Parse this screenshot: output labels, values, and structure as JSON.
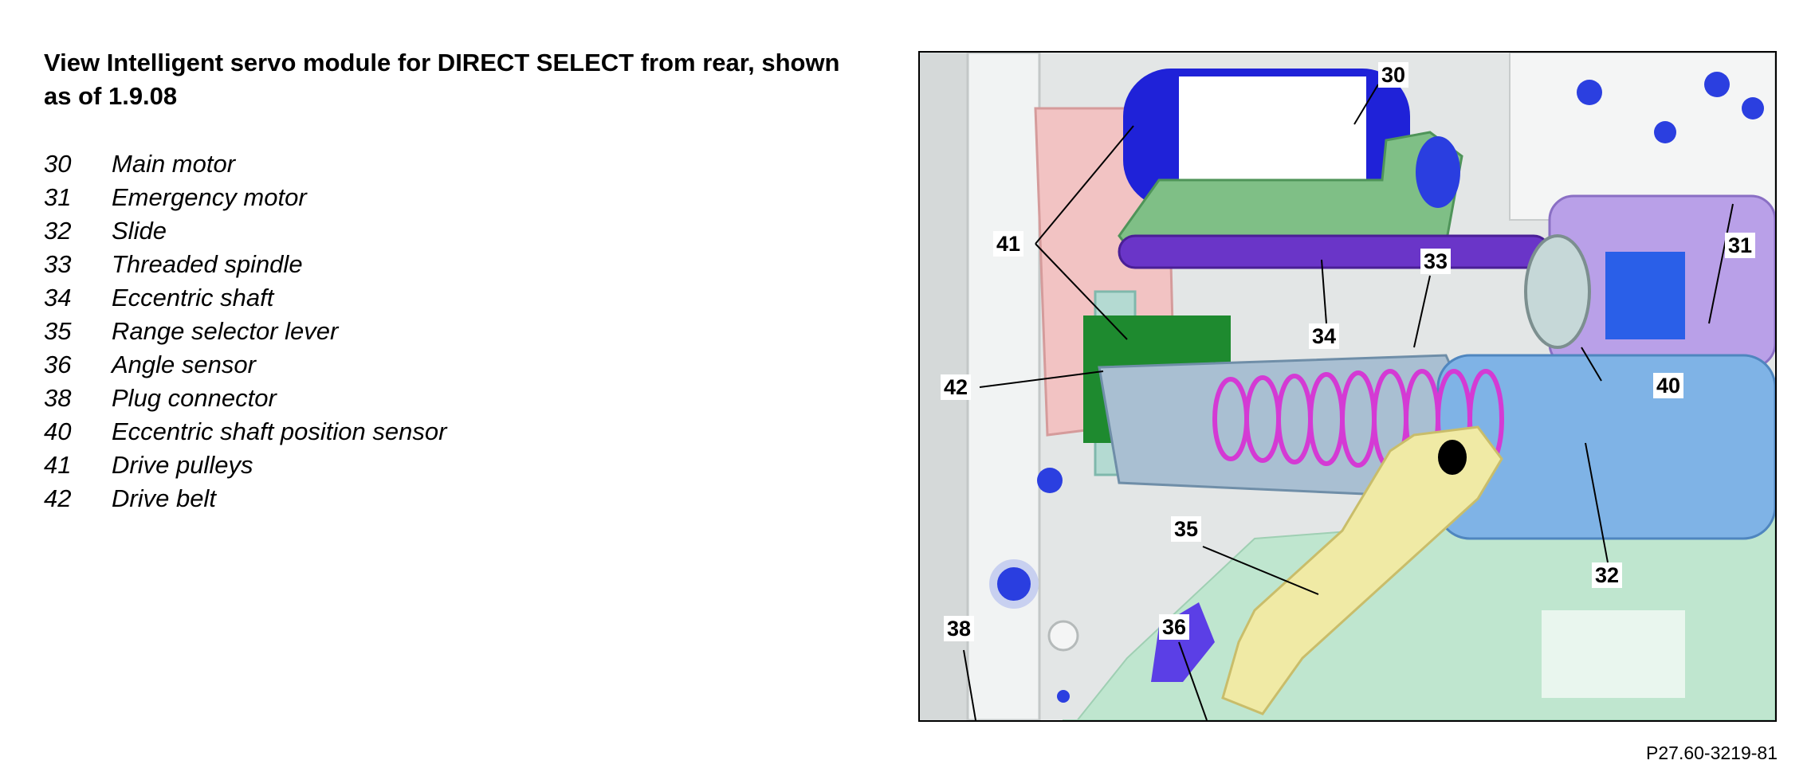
{
  "title": "View  Intelligent servo module for DIRECT SELECT from rear, shown as of 1.9.08",
  "legend": [
    {
      "num": "30",
      "label": "Main motor"
    },
    {
      "num": "31",
      "label": "Emergency motor"
    },
    {
      "num": "32",
      "label": "Slide"
    },
    {
      "num": "33",
      "label": "Threaded spindle"
    },
    {
      "num": "34",
      "label": "Eccentric shaft"
    },
    {
      "num": "35",
      "label": "Range selector lever"
    },
    {
      "num": "36",
      "label": "Angle sensor"
    },
    {
      "num": "38",
      "label": "Plug connector"
    },
    {
      "num": "40",
      "label": "Eccentric shaft position sensor"
    },
    {
      "num": "41",
      "label": "Drive pulleys"
    },
    {
      "num": "42",
      "label": "Drive belt"
    }
  ],
  "callouts": {
    "c30": "30",
    "c31": "31",
    "c32": "32",
    "c33": "33",
    "c34": "34",
    "c35": "35",
    "c36": "36",
    "c38": "38",
    "c40": "40",
    "c41": "41",
    "c42": "42"
  },
  "figure_ref": "P27.60-3219-81",
  "colors": {
    "motor_blue": "#1f22d8",
    "bracket_green": "#7fbf86",
    "emergency_motor": "#b9a0e8",
    "slide_blue": "#7fb3e6",
    "shaft_purple": "#6a35c8",
    "spring_magenta": "#d43ad4",
    "lever_yellow": "#f0eaa5",
    "pcb_green": "#bfe6cf",
    "housing_gray": "#e3e6e6"
  }
}
